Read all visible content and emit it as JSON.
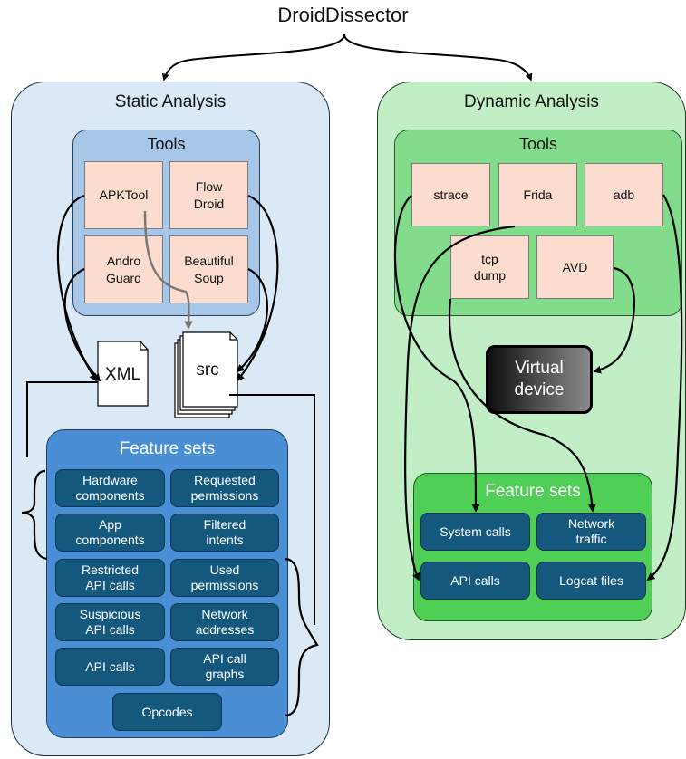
{
  "title": "DroidDissector",
  "static": {
    "title": "Static Analysis",
    "tools_title": "Tools",
    "tools": [
      "APKTool",
      "Flow\nDroid",
      "Andro\nGuard",
      "Beautiful\nSoup"
    ],
    "outputs": [
      "XML",
      "src"
    ],
    "features_title": "Feature sets",
    "features": [
      "Hardware\ncomponents",
      "Requested\npermissions",
      "App\ncomponents",
      "Filtered\nintents",
      "Restricted\nAPI calls",
      "Used\npermissions",
      "Suspicious\nAPI calls",
      "Network\naddresses",
      "API calls",
      "API call\ngraphs",
      "Opcodes"
    ]
  },
  "dynamic": {
    "title": "Dynamic Analysis",
    "tools_title": "Tools",
    "tools": [
      "strace",
      "Frida",
      "adb",
      "tcp\ndump",
      "AVD"
    ],
    "device": "Virtual\ndevice",
    "features_title": "Feature sets",
    "features": [
      "System calls",
      "Network\ntraffic",
      "API calls",
      "Logcat files"
    ]
  },
  "colors": {
    "static_bg": "#dbe8f6",
    "static_tools_bg": "#a7c7e9",
    "static_features_bg": "#4a8fd6",
    "dynamic_bg": "#c2eec6",
    "dynamic_tools_bg": "#82dc8c",
    "dynamic_features_bg": "#4fcf55",
    "tool_box": "#fbdccf",
    "feature_box": "#14587d"
  }
}
